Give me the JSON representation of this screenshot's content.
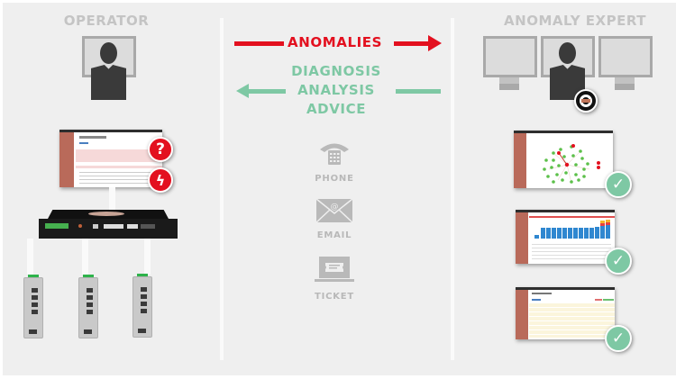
{
  "diagram": {
    "operator": {
      "title": "OPERATOR",
      "badges": [
        {
          "icon": "question-icon",
          "glyph": "?"
        },
        {
          "icon": "lightning-icon",
          "glyph": "ϟ"
        }
      ],
      "field_switches": 3
    },
    "expert": {
      "title": "ANOMALY EXPERT",
      "screens": [
        {
          "name": "network-graph-screen",
          "status": "check-icon",
          "glyph": "✓"
        },
        {
          "name": "bar-chart-screen",
          "status": "check-icon",
          "glyph": "✓"
        },
        {
          "name": "messages-list-screen",
          "status": "check-icon",
          "glyph": "✓"
        }
      ]
    },
    "flows": {
      "to_expert": {
        "label": "ANOMALIES",
        "direction": "right",
        "color": "#e3101f"
      },
      "to_operator": {
        "lines": [
          "DIAGNOSIS",
          "ANALYSIS",
          "ADVICE"
        ],
        "direction": "left",
        "color": "#7ec8a4"
      }
    },
    "channels": [
      {
        "label": "PHONE",
        "icon": "phone-icon"
      },
      {
        "label": "EMAIL",
        "icon": "email-icon"
      },
      {
        "label": "TICKET",
        "icon": "ticket-icon"
      }
    ]
  }
}
